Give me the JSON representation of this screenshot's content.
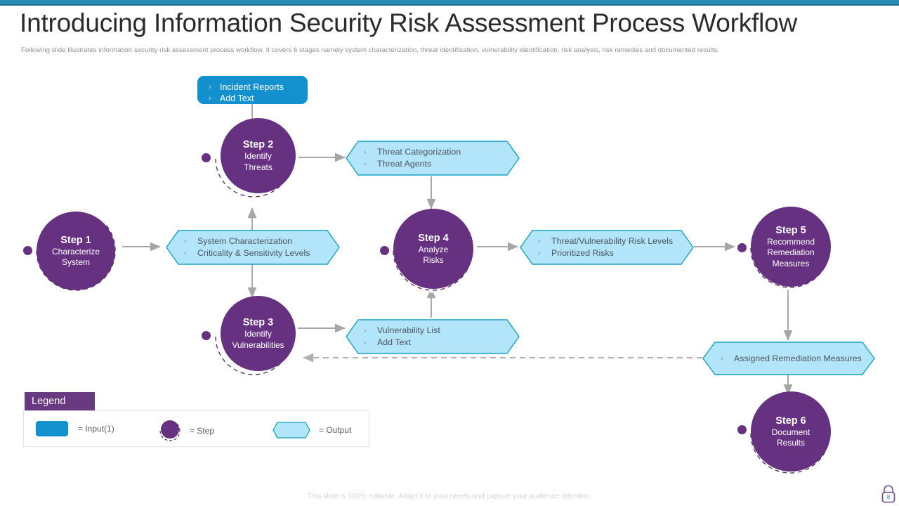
{
  "header": {
    "title": "Introducing Information Security Risk Assessment Process Workflow",
    "subtitle": "Following slide illustrates information security risk assessment process workflow. It covers 6 stages namely system characterization, threat identification, vulnerability identification, risk analysis, risk remedies and documented results."
  },
  "colors": {
    "accent_bar": "#2b8cb5",
    "accent_bar_dark": "#1b6e92",
    "step_purple": "#663181",
    "legend_purple": "#693a82",
    "input_blue": "#1390ce",
    "output_fill": "#b3e5fa",
    "output_stroke": "#18a0bf",
    "connector_gray": "#a6a6a6"
  },
  "input_box": {
    "name": "incident-reports-input",
    "rows": [
      "Incident Reports",
      "Add Text"
    ],
    "chevron": "›"
  },
  "steps": [
    {
      "num": "Step 1",
      "lines": [
        "Characterize",
        "System"
      ]
    },
    {
      "num": "Step 2",
      "lines": [
        "Identify",
        "Threats"
      ]
    },
    {
      "num": "Step 3",
      "lines": [
        "Identify",
        "Vulnerabilities"
      ]
    },
    {
      "num": "Step 4",
      "lines": [
        "Analyze",
        "Risks"
      ]
    },
    {
      "num": "Step 5",
      "lines": [
        "Recommend",
        "Remediation",
        "Measures"
      ]
    },
    {
      "num": "Step 6",
      "lines": [
        "Document",
        "Results"
      ]
    }
  ],
  "outputs": [
    {
      "id": "system-characterization",
      "rows": [
        "System Characterization",
        "Criticality & Sensitivity Levels"
      ]
    },
    {
      "id": "threat-categorization",
      "rows": [
        "Threat  Categorization",
        "Threat  Agents"
      ]
    },
    {
      "id": "vulnerability-list",
      "rows": [
        "Vulnerability List",
        "Add Text"
      ]
    },
    {
      "id": "risk-levels",
      "rows": [
        "Threat/Vulnerability  Risk Levels",
        "Prioritized Risks"
      ]
    },
    {
      "id": "assigned-remediation",
      "rows": [
        "Assigned Remediation  Measures"
      ]
    }
  ],
  "legend": {
    "title": "Legend",
    "items": [
      {
        "swatch": "input",
        "label": "= Input(1)"
      },
      {
        "swatch": "step",
        "label": "= Step"
      },
      {
        "swatch": "output",
        "label": "= Output"
      }
    ]
  },
  "footer": {
    "note": "This slide is 100% editable. Adapt it to your  needs and capture your audience attention.",
    "lock_icon": "padlock-icon"
  }
}
